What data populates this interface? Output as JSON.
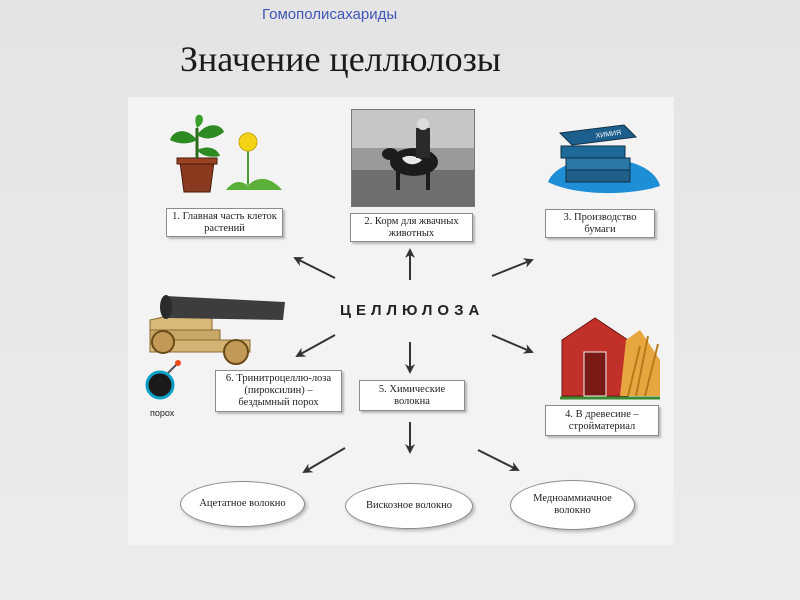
{
  "header": {
    "subtitle": "Гомополисахариды",
    "title": "Значение целлюлозы"
  },
  "diagram": {
    "center": "ЦЕЛЛЮЛОЗА",
    "nodes": {
      "plants": "1. Главная часть клеток растений",
      "fodder": "2. Корм для жвачных животных",
      "paper": "3. Производство бумаги",
      "wood": "4. В древесине – стройматериал",
      "fibers": "5. Химические волокна",
      "explosive": "6. Тринитроцеллю-лоза (пироксилин) – бездымный порох"
    },
    "fiber_types": {
      "acetate": "Ацетатное волокно",
      "viscose": "Вискозное волокно",
      "copper": "Медноаммиачное волокно"
    },
    "powder_label": "порох",
    "book_label": "ХИМИЯ"
  }
}
